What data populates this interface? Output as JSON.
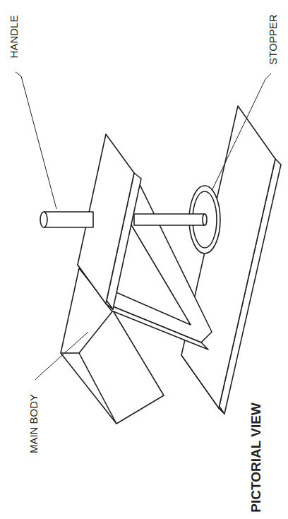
{
  "diagram": {
    "title": "PICTORIAL VIEW",
    "labels": [
      "HANDLE",
      "STOPPER",
      "MAIN BODY"
    ]
  }
}
